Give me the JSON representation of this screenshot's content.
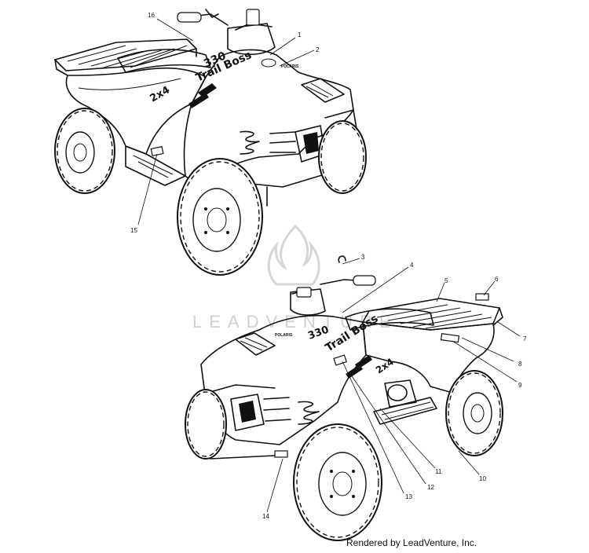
{
  "callouts": [
    {
      "id": "1",
      "label": "1"
    },
    {
      "id": "2",
      "label": "2"
    },
    {
      "id": "3",
      "label": "3"
    },
    {
      "id": "4",
      "label": "4"
    },
    {
      "id": "5",
      "label": "5"
    },
    {
      "id": "6",
      "label": "6"
    },
    {
      "id": "7",
      "label": "7"
    },
    {
      "id": "8",
      "label": "8"
    },
    {
      "id": "9",
      "label": "9"
    },
    {
      "id": "10",
      "label": "10"
    },
    {
      "id": "11",
      "label": "11"
    },
    {
      "id": "12",
      "label": "12"
    },
    {
      "id": "13",
      "label": "13"
    },
    {
      "id": "14",
      "label": "14"
    },
    {
      "id": "15",
      "label": "15"
    },
    {
      "id": "16",
      "label": "16"
    }
  ],
  "decals": {
    "model_name": "Trail Boss",
    "model_number": "330",
    "drive_badge": "2x4",
    "brand": "POLARIS"
  },
  "watermark": "LEADVENTURE",
  "credit": "Rendered by LeadVenture, Inc."
}
